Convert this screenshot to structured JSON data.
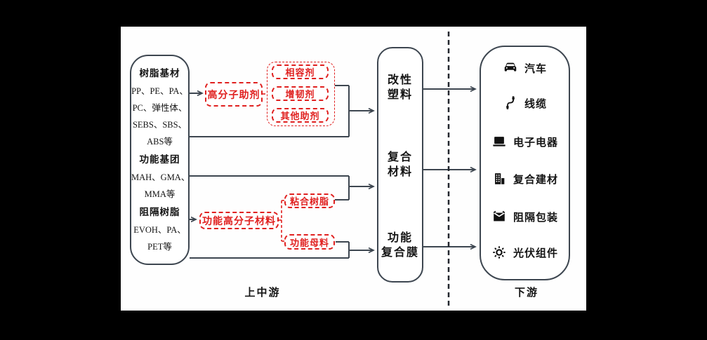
{
  "diagram": {
    "stage_labels": {
      "upstream_mid": "上中游",
      "downstream": "下游"
    },
    "left_box": {
      "lines": [
        {
          "text": "树脂基材",
          "title": true
        },
        {
          "text": "PP、PE、PA、"
        },
        {
          "text": "PC、弹性体、"
        },
        {
          "text": "SEBS、SBS、"
        },
        {
          "text": "ABS等"
        },
        {
          "text": "功能基团",
          "title": true
        },
        {
          "text": "MAH、GMA、"
        },
        {
          "text": "MMA等"
        },
        {
          "text": "阻隔树脂",
          "title": true
        },
        {
          "text": "EVOH、PA、"
        },
        {
          "text": "PET等"
        }
      ]
    },
    "additive_group": {
      "main": "高分子助剂",
      "sub": [
        "相容剂",
        "增韧剂",
        "其他助剂"
      ]
    },
    "functional_group": {
      "main": "功能高分子材料",
      "sub": [
        "粘合树脂",
        "功能母料"
      ]
    },
    "products": [
      {
        "line1": "改性",
        "line2": "塑料"
      },
      {
        "line1": "复合",
        "line2": "材料"
      },
      {
        "line1": "功能",
        "line2": "复合膜"
      }
    ],
    "applications": [
      {
        "icon": "car-icon",
        "label": "汽车"
      },
      {
        "icon": "cable-icon",
        "label": "线缆"
      },
      {
        "icon": "electronics-icon",
        "label": "电子电器"
      },
      {
        "icon": "building-icon",
        "label": "复合建材"
      },
      {
        "icon": "package-icon",
        "label": "阻隔包装"
      },
      {
        "icon": "solar-icon",
        "label": "光伏组件"
      }
    ],
    "colors": {
      "accent_red": "#e0201f",
      "line_dark": "#3d4650",
      "divider_black": "#23272e",
      "background_frame": "#000000",
      "canvas_white": "#fefefe"
    }
  }
}
